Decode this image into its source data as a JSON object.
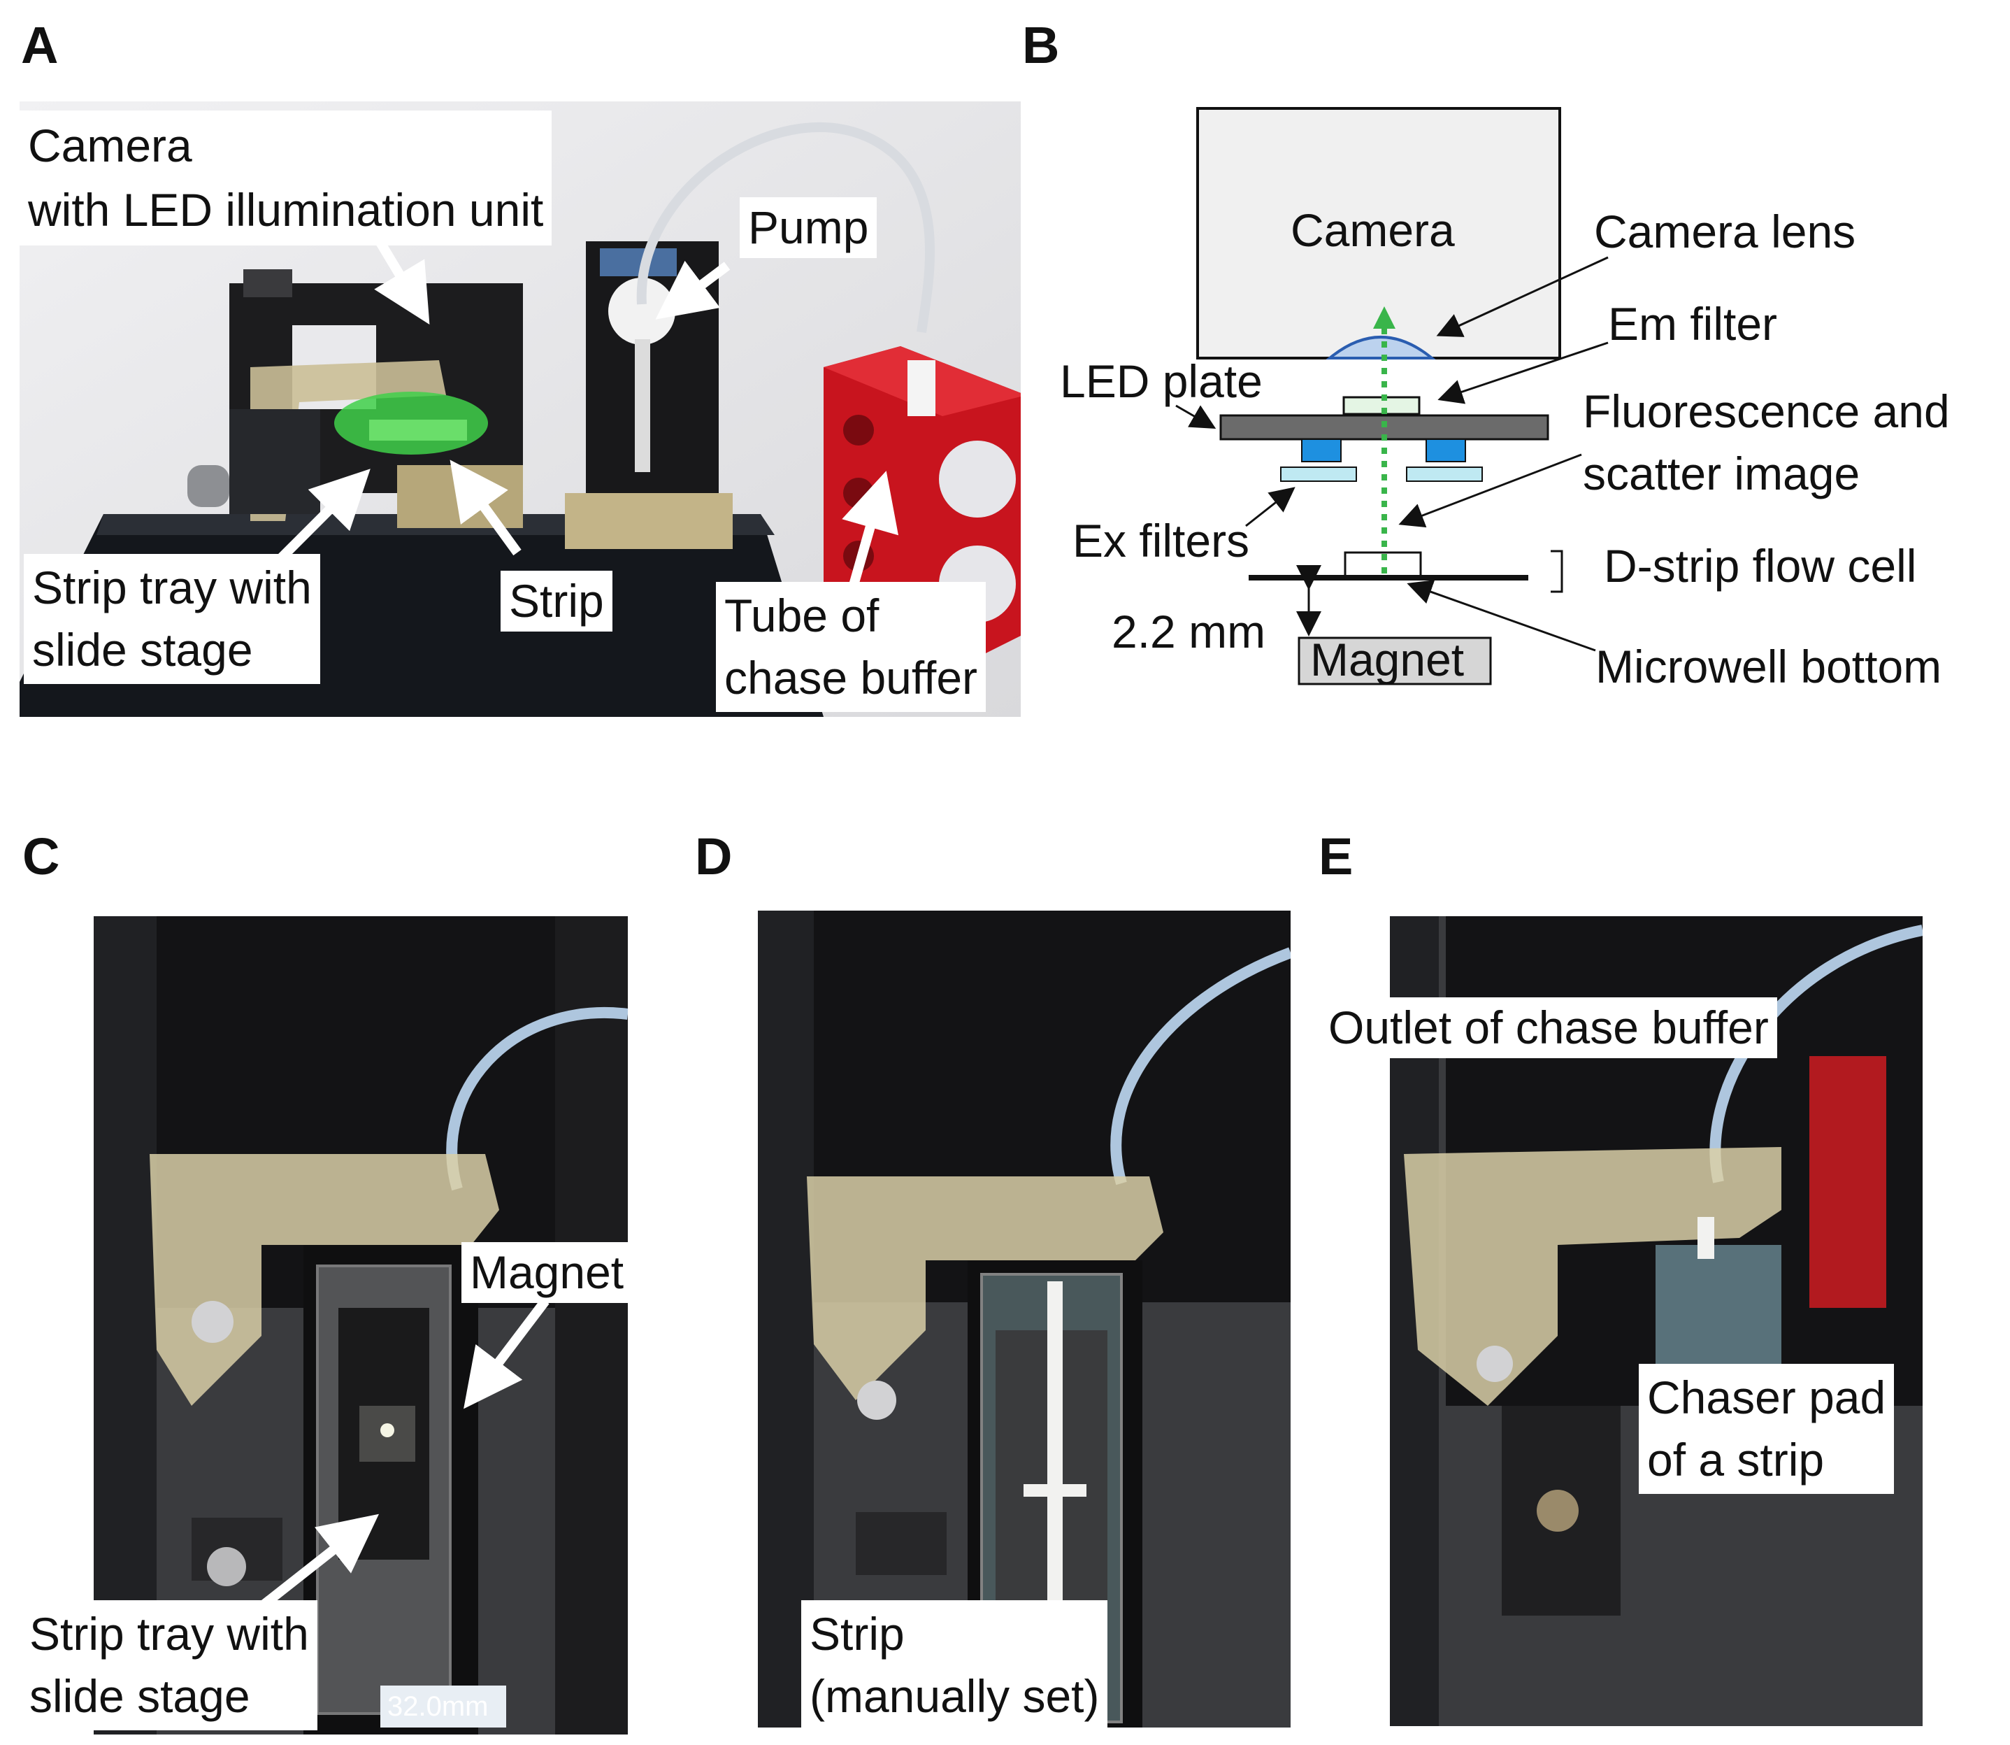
{
  "panels": {
    "A": {
      "label": "A",
      "callouts": {
        "camera": "Camera\nwith LED illumination unit",
        "pump": "Pump",
        "strip_tray": "Strip tray with\nslide stage",
        "strip": "Strip",
        "tube": "Tube of\nchase buffer"
      }
    },
    "B": {
      "label": "B",
      "labels": {
        "camera": "Camera",
        "camera_lens": "Camera lens",
        "em_filter": "Em filter",
        "led_plate": "LED plate",
        "fluorescence": "Fluorescence and\nscatter image",
        "ex_filters": "Ex filters",
        "flow_cell": "D-strip flow cell",
        "distance": "2.2 mm",
        "magnet": "Magnet",
        "microwell": "Microwell bottom"
      }
    },
    "C": {
      "label": "C",
      "callouts": {
        "magnet": "Magnet",
        "strip_tray": "Strip tray with\nslide stage"
      },
      "display_readout": "32.0mm"
    },
    "D": {
      "label": "D",
      "callouts": {
        "strip": "Strip\n(manually set)"
      }
    },
    "E": {
      "label": "E",
      "callouts": {
        "outlet": "Outlet of chase buffer",
        "chaser": "Chaser pad\nof a strip"
      }
    }
  },
  "colors": {
    "accent_green": "#39b54a",
    "led_blue": "#1e90e0",
    "filter_cyan": "#bfe9f2",
    "em_filter_green": "#e4f5e4",
    "tray_red": "#c8141e",
    "plate_gray": "#6b6b6b"
  },
  "icons": [
    "arrow-icon"
  ]
}
